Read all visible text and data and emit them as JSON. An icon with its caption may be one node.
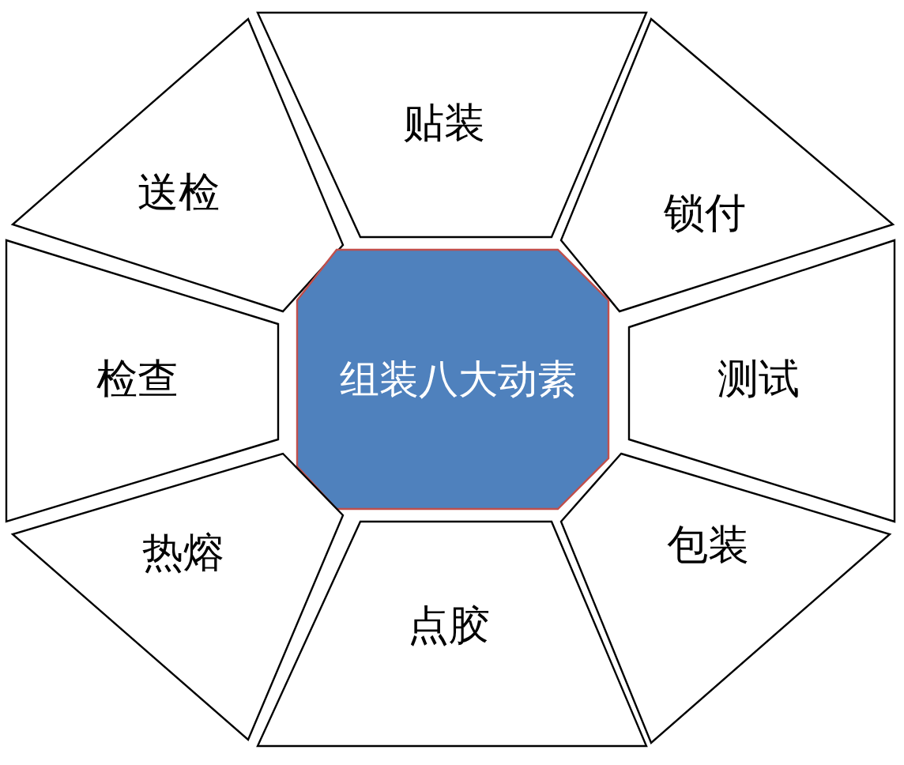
{
  "diagram": {
    "nodes": [
      {
        "text": [
          "贴装"
        ]
      },
      {
        "text": [
          "送检"
        ]
      },
      {
        "text": [
          "锁付"
        ]
      },
      {
        "text": [
          "检查"
        ]
      },
      {
        "text": [
          "组装八大动素"
        ]
      },
      {
        "text": [
          "测试"
        ]
      },
      {
        "text": [
          "热熔"
        ]
      },
      {
        "text": [
          "包装"
        ]
      },
      {
        "text": [
          "点胶"
        ]
      }
    ]
  }
}
